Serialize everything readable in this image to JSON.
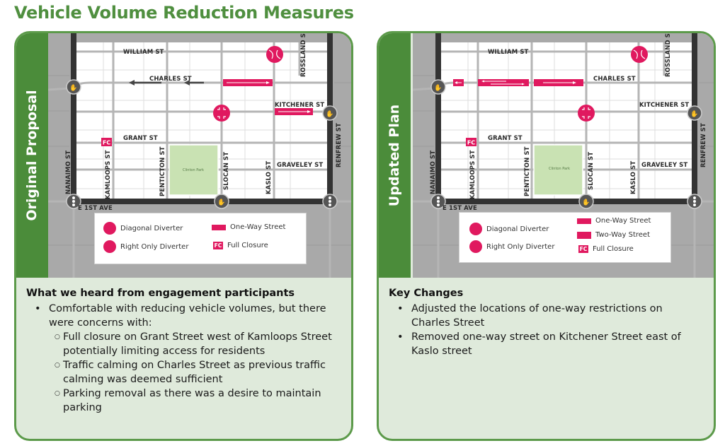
{
  "title": "Vehicle Volume Reduction Measures",
  "colors": {
    "brand_green": "#4b8c3a",
    "title_green": "#4f8f3f",
    "panel_bg": "#dfeadb",
    "measure_pink": "#e0195f",
    "park_green": "#c9e2b3",
    "arterial": "#333333",
    "local_street": "#b5b5b5"
  },
  "panels": [
    {
      "label": "Original Proposal",
      "streets": {
        "william": "WILLIAM ST",
        "charles": "CHARLES ST",
        "kitchener": "KITCHENER ST",
        "grant": "GRANT ST",
        "graveley": "GRAVELEY ST",
        "e1st": "E 1ST AVE",
        "nanaimo": "NANAIMO ST",
        "kamloops": "KAMLOOPS ST",
        "penticton": "PENTICTON ST",
        "slocan": "SLOCAN ST",
        "kaslo": "KASLO ST",
        "rossland": "ROSSLAND ST",
        "renfrew": "RENFREW ST"
      },
      "park": "Clinton Park",
      "fc_label": "FC",
      "measures": [
        {
          "type": "diagonal-diverter",
          "location": "William St & Rossland St"
        },
        {
          "type": "right-only-diverter",
          "location": "Kitchener St & Slocan St"
        },
        {
          "type": "one-way-street",
          "location": "Charles St (Slocan to Rossland), eastbound"
        },
        {
          "type": "one-way-street",
          "location": "Kitchener St (Kaslo to Renfrew), eastbound"
        },
        {
          "type": "full-closure",
          "location": "Grant St west of Kamloops St"
        },
        {
          "type": "traffic-calming-arrows",
          "location": "Charles St westbound"
        }
      ],
      "legend": [
        {
          "icon": "diagonal-diverter-icon",
          "label": "Diagonal Diverter"
        },
        {
          "icon": "right-only-diverter-icon",
          "label": "Right Only Diverter"
        },
        {
          "icon": "one-way-street-icon",
          "label": "One-Way Street"
        },
        {
          "icon": "full-closure-icon",
          "label": "Full Closure"
        }
      ],
      "heading": "What we heard from engagement participants",
      "bullets": [
        {
          "level": 1,
          "text": "Comfortable with reducing vehicle volumes, but there were concerns with:"
        },
        {
          "level": 2,
          "text": "Full closure on Grant Street west of Kamloops Street potentially limiting access for residents"
        },
        {
          "level": 2,
          "text": "Traffic calming on Charles Street as previous traffic calming was deemed sufficient"
        },
        {
          "level": 2,
          "text": "Parking removal as there was a desire to maintain parking"
        }
      ]
    },
    {
      "label": "Updated Plan",
      "streets": {
        "william": "WILLIAM ST",
        "charles": "CHARLES ST",
        "kitchener": "KITCHENER ST",
        "grant": "GRANT ST",
        "graveley": "GRAVELEY ST",
        "e1st": "E 1ST AVE",
        "nanaimo": "NANAIMO ST",
        "kamloops": "KAMLOOPS ST",
        "penticton": "PENTICTON ST",
        "slocan": "SLOCAN ST",
        "kaslo": "KASLO ST",
        "rossland": "ROSSLAND ST",
        "renfrew": "RENFREW ST"
      },
      "park": "Clinton Park",
      "fc_label": "FC",
      "measures": [
        {
          "type": "diagonal-diverter",
          "location": "William St & Rossland St"
        },
        {
          "type": "right-only-diverter",
          "location": "Kitchener St & Slocan St"
        },
        {
          "type": "one-way-street",
          "location": "Charles St west of Kamloops St, westbound"
        },
        {
          "type": "two-way-street",
          "location": "Charles St (Kamloops to Penticton)"
        },
        {
          "type": "one-way-street",
          "location": "Charles St (Penticton to Slocan), eastbound"
        },
        {
          "type": "full-closure",
          "location": "Grant St west of Kamloops St"
        }
      ],
      "legend": [
        {
          "icon": "diagonal-diverter-icon",
          "label": "Diagonal Diverter"
        },
        {
          "icon": "right-only-diverter-icon",
          "label": "Right Only Diverter"
        },
        {
          "icon": "one-way-street-icon",
          "label": "One-Way Street"
        },
        {
          "icon": "two-way-street-icon",
          "label": "Two-Way Street"
        },
        {
          "icon": "full-closure-icon",
          "label": "Full Closure"
        }
      ],
      "heading": "Key Changes",
      "bullets": [
        {
          "level": 1,
          "text": "Adjusted the locations of one-way restrictions on Charles Street"
        },
        {
          "level": 1,
          "text": "Removed one-way street on Kitchener Street east of Kaslo street"
        }
      ]
    }
  ]
}
